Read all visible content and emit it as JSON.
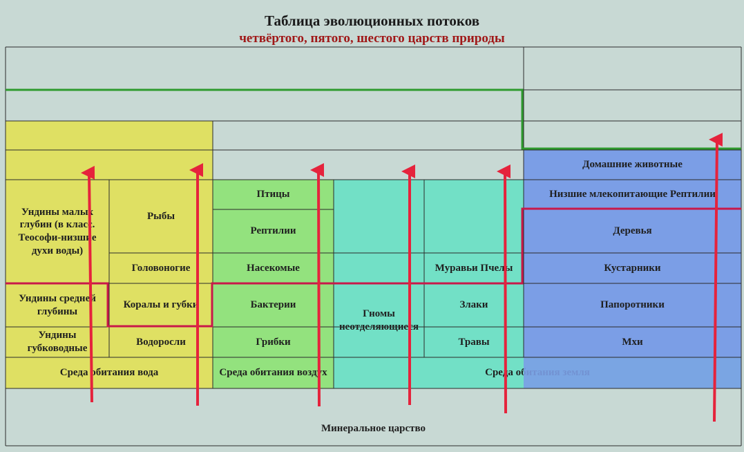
{
  "title": "Таблица эволюционных потоков",
  "subtitle": "четвёртого, пятого, шестого царств природы",
  "water": {
    "undines_shallow": "Ундины малых глубин (в класс. Теософи-низшие духи воды)",
    "fish": "Рыбы",
    "cephalopods": "Головоногие",
    "undines_middle": "Ундины средней глубины",
    "corals": "Коралы и губки",
    "undines_sponge": "Ундины губководные",
    "algae": "Водоросли",
    "habitat": "Среда обитания вода"
  },
  "air": {
    "birds": "Птицы",
    "reptiles": "Рептилии",
    "insects": "Насекомые",
    "bacteria": "Бактерии",
    "fungi": "Грибки",
    "habitat": "Среда обитания воздух"
  },
  "earth": {
    "gnomes": "Гномы неотделяющиеся",
    "ants_bees": "Муравьи Пчелы",
    "cereals": "Злаки",
    "grasses": "Травы",
    "habitat": "Среда обитания земля",
    "domestic": "Домашние животные",
    "lower_mammals": "Низшие млекопитающие Рептилии",
    "trees": "Деревья",
    "shrubs": "Кустарники",
    "ferns": "Папоротники",
    "mosses": "Мхи"
  },
  "mineral": "Минеральное царство",
  "colors": {
    "water": "#dfe063",
    "air": "#93e27e",
    "earth": "#72e0c6",
    "earth_upper": "#7b9ee6",
    "arrow": "#e5233c",
    "red_line": "#c8184a",
    "green_line": "#2e9a2e"
  }
}
